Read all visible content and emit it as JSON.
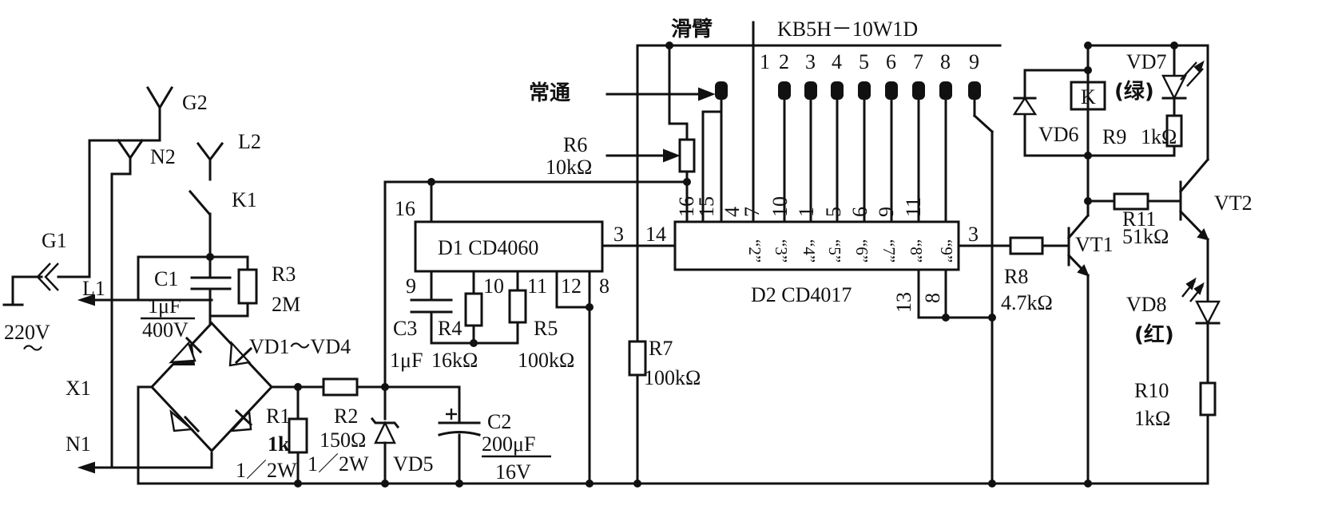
{
  "switch": {
    "model": "KB5H－10W1D",
    "wiper": "滑臂",
    "always_on": "常通",
    "positions": [
      "1",
      "2",
      "3",
      "4",
      "5",
      "6",
      "7",
      "8",
      "9"
    ]
  },
  "mains": {
    "g1": "G1",
    "g2": "G2",
    "n1": "N1",
    "n2": "N2",
    "l1": "L1",
    "l2": "L2",
    "k1": "K1",
    "x1": "X1",
    "voltage": "220V",
    "ac": "～"
  },
  "components": {
    "c1": {
      "name": "C1",
      "value": "1μF",
      "rating": "400V"
    },
    "r3": {
      "name": "R3",
      "value": "2M"
    },
    "bridge": "VD1～VD4",
    "r1": {
      "name": "R1",
      "value": "1k",
      "rating": "1／2W"
    },
    "r2": {
      "name": "R2",
      "value": "150Ω",
      "rating": "1／2W"
    },
    "vd5": "VD5",
    "c2": {
      "name": "C2",
      "value": "200μF",
      "rating": "16V"
    },
    "d1": "D1  CD4060",
    "c3": {
      "name": "C3",
      "value": "1μF"
    },
    "r4": {
      "name": "R4",
      "value": "16kΩ"
    },
    "r5": {
      "name": "R5",
      "value": "100kΩ"
    },
    "r6": {
      "name": "R6",
      "value": "10kΩ"
    },
    "r7": {
      "name": "R7",
      "value": "100kΩ"
    },
    "d2": "D2  CD4017",
    "r8": {
      "name": "R8",
      "value": "4.7kΩ"
    },
    "vt1": "VT1",
    "r11": {
      "name": "R11",
      "value": "51kΩ"
    },
    "vt2": "VT2",
    "relay": "K",
    "vd6": "VD6",
    "vd7": {
      "name": "VD7",
      "color": "(绿)"
    },
    "r9": {
      "name": "R9",
      "value": "1kΩ"
    },
    "vd8": {
      "name": "VD8",
      "color": "(红)"
    },
    "r10": {
      "name": "R10",
      "value": "1kΩ"
    }
  },
  "pins": {
    "d1_vdd": "16",
    "d1_p9": "9",
    "d1_p10": "10",
    "d1_p11": "11",
    "d1_p12": "12",
    "d1_p8": "8",
    "d1_p3": "3",
    "d2_top": [
      "16",
      "15",
      "4",
      "7",
      "10",
      "1",
      "5",
      "6",
      "9",
      "11"
    ],
    "d2_p14": "14",
    "d2_p3": "3",
    "d2_p13": "13",
    "d2_p8": "8",
    "d2_outputs": [
      "“2”",
      "“3”",
      "“4”",
      "“5”",
      "“6”",
      "“7”",
      "“8”",
      "“9”"
    ]
  }
}
